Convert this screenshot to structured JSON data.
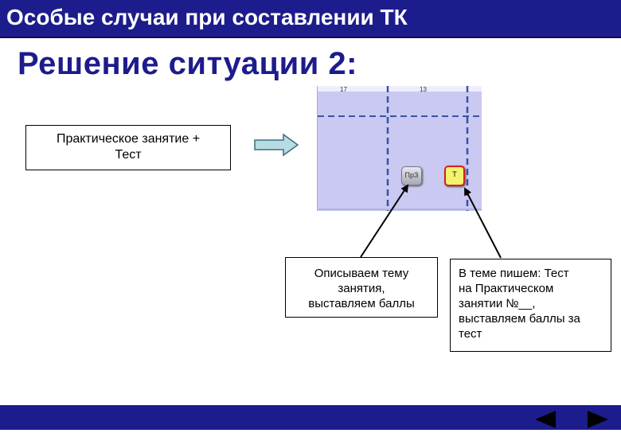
{
  "header": {
    "title": "Особые случаи при составлении ТК"
  },
  "main": {
    "subtitle": "Решение ситуации 2:",
    "practice_box": {
      "lines": [
        "Практическое занятие +",
        "Тест"
      ]
    },
    "schedule": {
      "col_left_label": "17",
      "col_right_label": "13",
      "pz_label": "ПрЗ",
      "test_label": "Т"
    },
    "topic_box": {
      "lines": [
        "Описываем тему",
        "занятия,",
        "выставляем баллы"
      ]
    },
    "test_box": {
      "lines": [
        "В теме пишем: Тест",
        "на Практическом",
        "занятии №__,",
        "выставляем баллы за",
        "тест"
      ]
    }
  },
  "footer": {
    "prev_icon": "triangle-left-icon",
    "next_icon": "triangle-right-icon"
  },
  "colors": {
    "brand_blue": "#1c1c8c",
    "schedule_bg": "#c9c9f2",
    "arrow_fill": "#b7dce4",
    "test_badge_fill": "#f3f36e",
    "test_badge_border": "#d42020"
  }
}
